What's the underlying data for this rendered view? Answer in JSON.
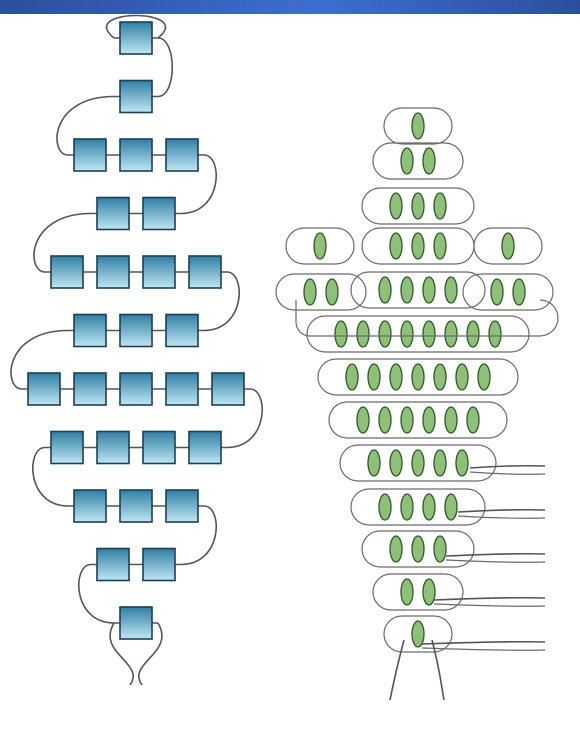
{
  "diagram": {
    "colors": {
      "square_bead_top": "#2f7fa5",
      "square_bead_bottom": "#bfe6f2",
      "square_bead_border": "#1d3f55",
      "oval_bead_fill": "#8fbf78",
      "oval_bead_border": "#2f5a2a",
      "thread": "#555555",
      "banner": "#2b4f9e"
    },
    "left_pattern": {
      "name": "square-bead-diamond",
      "row_counts": [
        1,
        1,
        3,
        2,
        4,
        3,
        5,
        4,
        3,
        2,
        1
      ]
    },
    "right_pattern": {
      "name": "oval-bead-leaf",
      "main_row_counts": [
        1,
        2,
        3,
        3,
        4,
        8,
        7,
        6,
        5,
        4,
        3,
        2,
        1
      ],
      "side_branch_counts": [
        1,
        2
      ],
      "loose_thread_ends": 5
    }
  }
}
